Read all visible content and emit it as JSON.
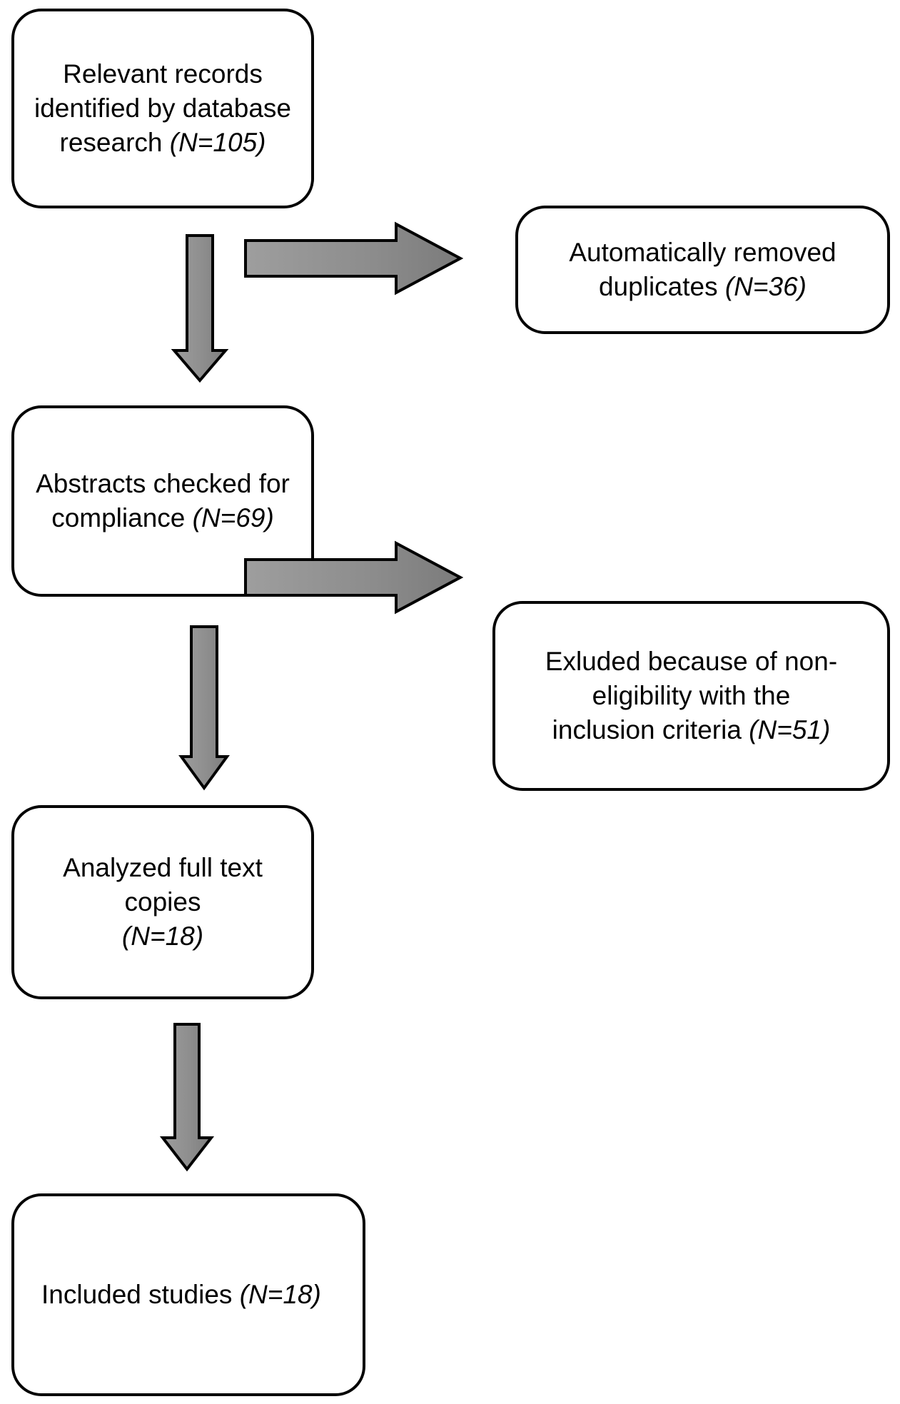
{
  "diagram": {
    "type": "prisma-flow-diagram",
    "background_color": "#ffffff",
    "box_border_color": "#000000",
    "arrow_fill_color": "#909090",
    "arrow_stroke_color": "#000000",
    "text_color": "#000000"
  },
  "nodes": {
    "identified": {
      "id": "relevant-records",
      "line1": "Relevant records",
      "line2": "identified by database",
      "line3_prefix": "research ",
      "count_label": "(N=105)",
      "count_value": 105,
      "full_text": "Relevant records identified by database research (N=105)"
    },
    "duplicates": {
      "id": "automatically-removed-duplicates",
      "line1": "Automatically removed",
      "line2_prefix": "duplicates ",
      "count_label": "(N=36)",
      "count_value": 36,
      "full_text": "Automatically removed duplicates (N=36)"
    },
    "abstracts": {
      "id": "abstracts-checked",
      "line1": "Abstracts checked for",
      "line2_prefix": "compliance ",
      "count_label": "(N=69)",
      "count_value": 69,
      "full_text": "Abstracts checked for compliance (N=69)"
    },
    "excluded": {
      "id": "excluded-non-eligibility",
      "line1": "Exluded because of non-",
      "line2": "eligibility with the",
      "line3_prefix": "inclusion criteria  ",
      "count_label": "(N=51)",
      "count_value": 51,
      "full_text": "Exluded because of non-eligibility with the inclusion criteria  (N=51)"
    },
    "analyzed": {
      "id": "analyzed-full-text-copies",
      "line1": "Analyzed full text copies",
      "line2_prefix": "",
      "count_label": "(N=18)",
      "count_value": 18,
      "full_text": "Analyzed full text copies (N=18)"
    },
    "included": {
      "id": "included-studies",
      "line1_prefix": "Included studies ",
      "count_label": "(N=18)",
      "count_value": 18,
      "full_text": "Included studies (N=18)"
    }
  },
  "arrows": [
    {
      "name": "arrow-identified-to-abstracts",
      "direction": "down",
      "from": "identified",
      "to": "abstracts"
    },
    {
      "name": "arrow-identified-to-duplicates",
      "direction": "right",
      "from": "identified",
      "to": "duplicates"
    },
    {
      "name": "arrow-abstracts-to-analyzed",
      "direction": "down",
      "from": "abstracts",
      "to": "analyzed"
    },
    {
      "name": "arrow-abstracts-to-excluded",
      "direction": "right",
      "from": "abstracts",
      "to": "excluded"
    },
    {
      "name": "arrow-analyzed-to-included",
      "direction": "down",
      "from": "analyzed",
      "to": "included"
    }
  ]
}
